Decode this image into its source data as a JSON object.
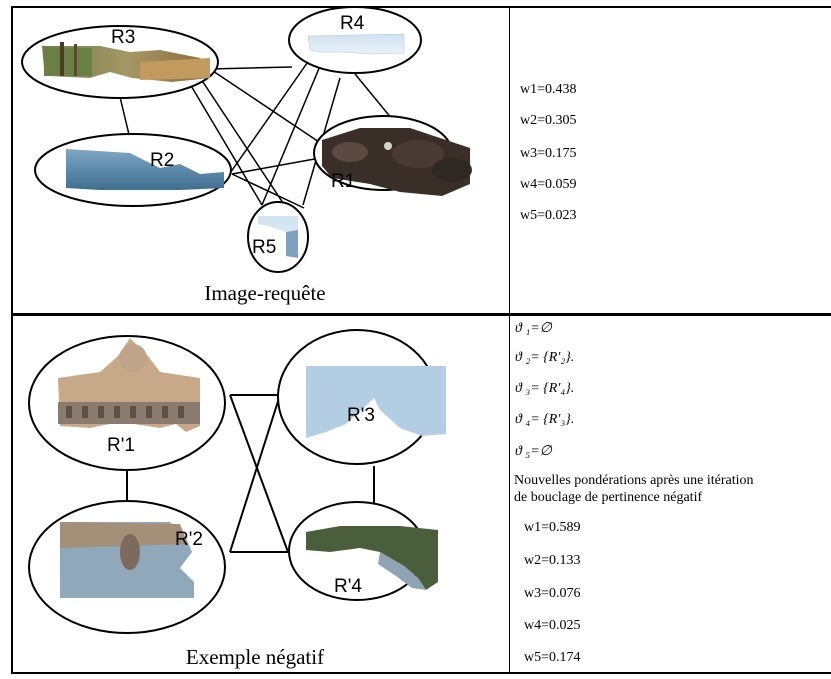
{
  "top": {
    "caption": "Image-requête",
    "regions": {
      "r1": "R1",
      "r2": "R2",
      "r3": "R3",
      "r4": "R4",
      "r5": "R5"
    },
    "weights": [
      "w1=0.438",
      "w2=0.305",
      "w3=0.175",
      "w4=0.059",
      "w5=0.023"
    ]
  },
  "bottom": {
    "caption": "Exemple négatif",
    "regions": {
      "r1": "R'1",
      "r2": "R'2",
      "r3": "R'3",
      "r4": "R'4"
    },
    "theta": [
      "ϑ ₁=∅",
      "ϑ ₂= {R'₂}.",
      "ϑ ₃= {R'₄}.",
      "ϑ ₄= {R'₃}.",
      "ϑ ₅=∅"
    ],
    "note_line1": "Nouvelles pondérations après une itération",
    "note_line2": "de bouclage de pertinence négatif",
    "weights": [
      "w1=0.589",
      "w2=0.133",
      "w3=0.076",
      "w4=0.025",
      "w5=0.174"
    ]
  }
}
